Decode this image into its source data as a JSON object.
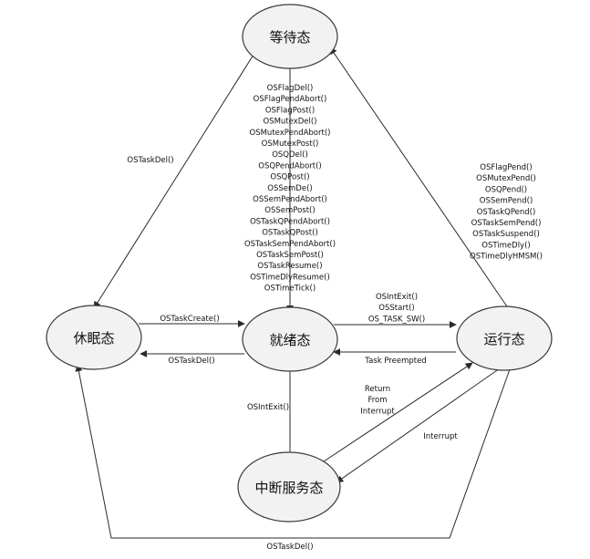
{
  "nodes": {
    "waiting": "等待态",
    "dormant": "休眠态",
    "ready": "就绪态",
    "running": "运行态",
    "isr": "中断服务态"
  },
  "edges": {
    "waiting_to_dormant": "OSTaskDel()",
    "waiting_to_ready": [
      "OSFlagDel()",
      "OSFlagPendAbort()",
      "OSFlagPost()",
      "OSMutexDel()",
      "OSMutexPendAbort()",
      "OSMutexPost()",
      "OSQDel()",
      "OSQPendAbort()",
      "OSQPost()",
      "OSSemDe()",
      "OSSemPendAbort()",
      "OSSemPost()",
      "OSTaskQPendAbort()",
      "OSTaskQPost()",
      "OSTaskSemPendAbort()",
      "OSTaskSemPost()",
      "OSTaskResume()",
      "OSTimeDlyResume()",
      "OSTimeTick()"
    ],
    "running_to_waiting": [
      "OSFlagPend()",
      "OSMutexPend()",
      "OSQPend()",
      "OSSemPend()",
      "OSTaskQPend()",
      "OSTaskSemPend()",
      "OSTaskSuspend()",
      "OSTimeDly()",
      "OSTimeDlyHMSM()"
    ],
    "dormant_to_ready": "OSTaskCreate()",
    "ready_to_dormant": "OSTaskDel()",
    "ready_to_running": [
      "OSIntExit()",
      "OSStart()",
      "OS_TASK_SW()"
    ],
    "running_to_ready": "Task Preempted",
    "isr_to_ready": "OSIntExit()",
    "isr_to_running": [
      "Return",
      "From",
      "Interrupt"
    ],
    "running_to_isr": "Interrupt",
    "running_to_dormant": "OSTaskDel()"
  }
}
